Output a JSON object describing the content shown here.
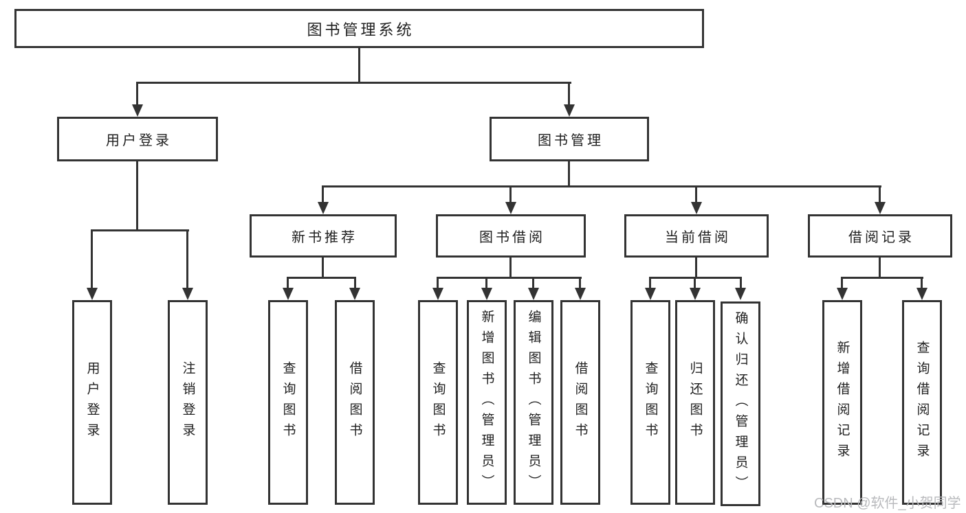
{
  "title": "图书管理系统",
  "branches": {
    "user": {
      "label": "用户登录",
      "children": [
        "用户登录",
        "注销登录"
      ]
    },
    "book": {
      "label": "图书管理",
      "modules": [
        {
          "label": "新书推荐",
          "children": [
            "查询图书",
            "借阅图书"
          ]
        },
        {
          "label": "图书借阅",
          "children": [
            "查询图书",
            "新增图书（管理员）",
            "编辑图书（管理员）",
            "借阅图书"
          ]
        },
        {
          "label": "当前借阅",
          "children": [
            "查询图书",
            "归还图书",
            "确认归还（管理员）"
          ]
        },
        {
          "label": "借阅记录",
          "children": [
            "新增借阅记录",
            "查询借阅记录"
          ]
        }
      ]
    }
  },
  "watermark": "CSDN @软件_小贺同学",
  "colors": {
    "line": "#333333",
    "text": "#1f1f1f",
    "watermark": "#b9babd",
    "background": "#ffffff"
  }
}
